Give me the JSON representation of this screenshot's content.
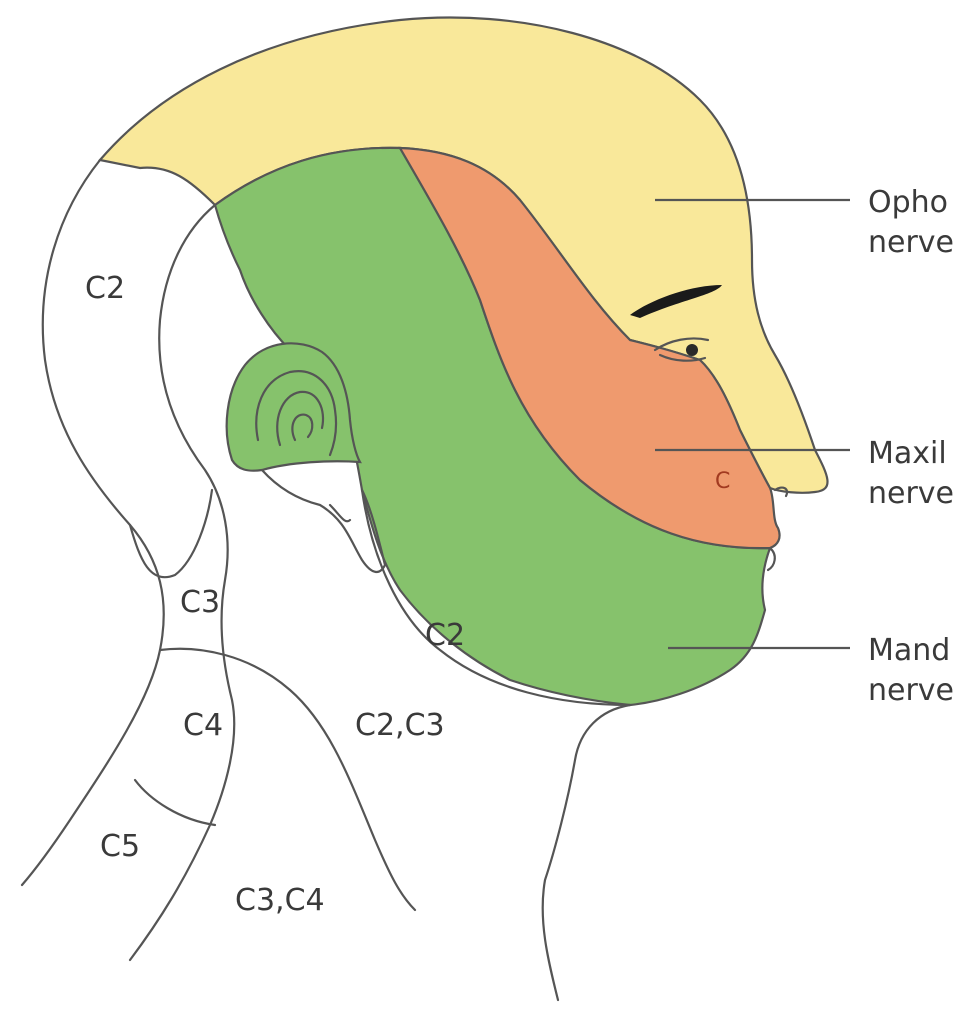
{
  "colors": {
    "ophthalmic": "#f9e89a",
    "maxillary": "#ef9a6e",
    "mandibular": "#86c26c",
    "outline": "#555555",
    "background": "#ffffff"
  },
  "segments": {
    "c2_top": "C2",
    "c3": "C3",
    "c4": "C4",
    "c5": "C5",
    "c2_jaw": "C2",
    "c2_c3": "C2,C3",
    "c3_c4": "C3,C4",
    "c_small": "C"
  },
  "nerves": {
    "ophthalmic": {
      "line1": "Opho",
      "line2": "nerve"
    },
    "maxillary": {
      "line1": "Maxil",
      "line2": "nerve"
    },
    "mandibular": {
      "line1": "Mand",
      "line2": "nerve"
    }
  }
}
